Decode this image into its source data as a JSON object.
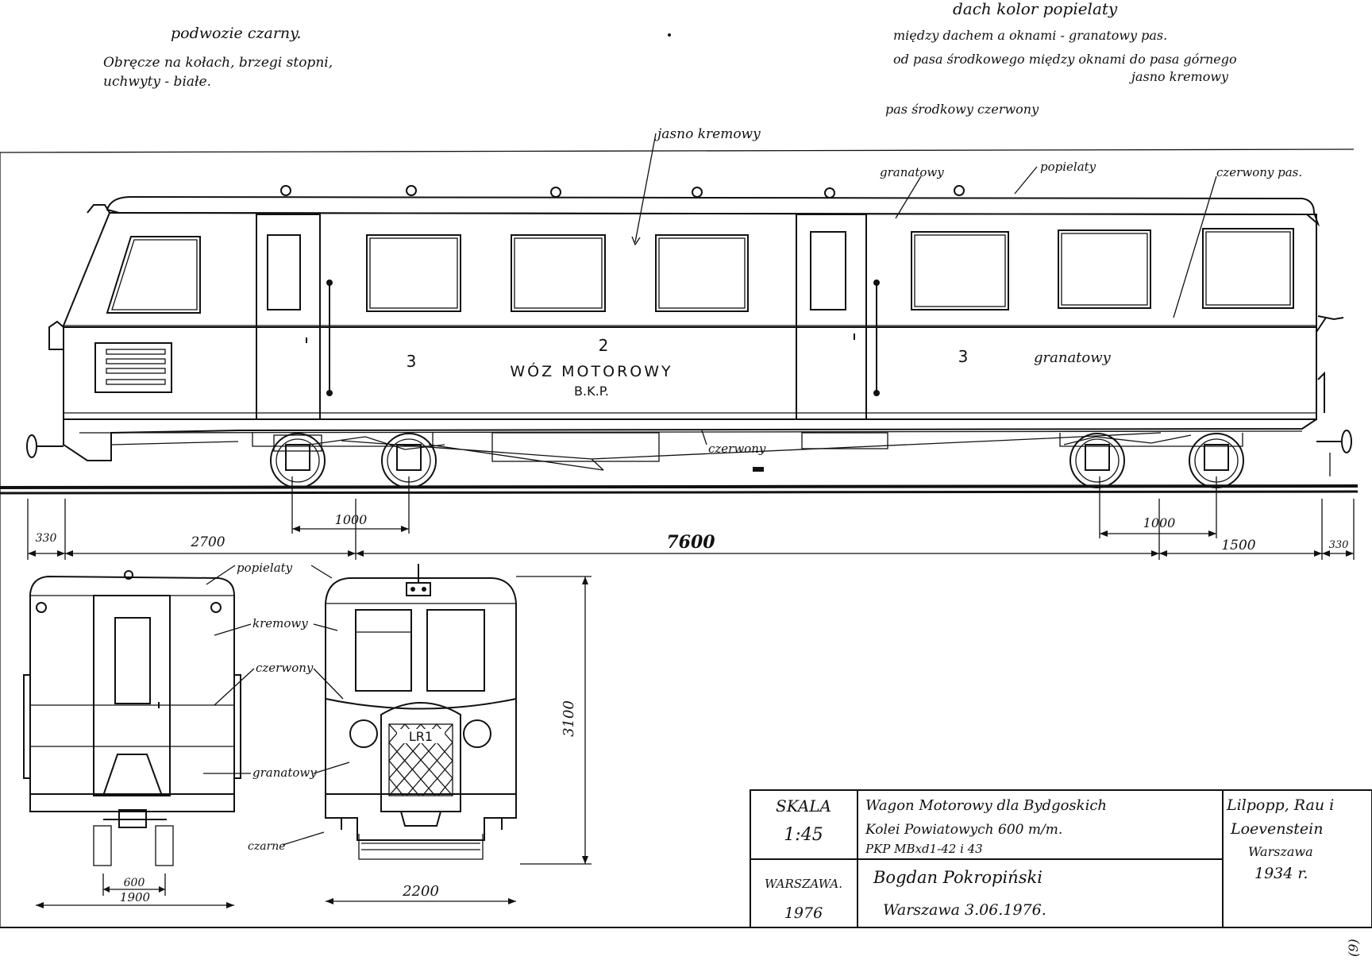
{
  "notes_left": [
    "podwozie czarny.",
    "Obręcze na kołach, brzegi stopni,",
    "uchwyty - białe."
  ],
  "notes_right": [
    "dach kolor popielaty",
    "między dachem a oknami - granatowy pas.",
    "od pasa środkowego między oknami do pasa górnego",
    "jasno kremowy",
    "pas środkowy czerwony"
  ],
  "side_labels": {
    "jasno_kremowy": "jasno kremowy",
    "granatowy_top": "granatowy",
    "popielaty_top": "popielaty",
    "czerwony_pas": "czerwony pas.",
    "granatowy_body": "granatowy",
    "czerwony_under": "czerwony"
  },
  "body_text": {
    "class_left": "3",
    "class_center": "2",
    "class_right": "3",
    "title": "WÓZ MOTOROWY",
    "owner": "B.K.P."
  },
  "dimensions": {
    "d330_left": "330",
    "d2700": "2700",
    "d7600": "7600",
    "d1000_left": "1000",
    "d1000_right": "1000",
    "d1500": "1500",
    "d330_right": "330",
    "d600": "600",
    "d1900": "1900",
    "d2200": "2200",
    "d3100": "3100"
  },
  "end_labels": {
    "popielaty": "popielaty",
    "kremowy": "kremowy",
    "czerwony": "czerwony",
    "granatowy": "granatowy",
    "czarne": "czarne",
    "plate": "LR1"
  },
  "title_block": {
    "scale_label": "SKALA",
    "scale_value": "1:45",
    "desc_line1": "Wagon Motorowy dla Bydgoskich",
    "desc_line2": "Kolei Powiatowych 600 m/m.",
    "desc_line3": "PKP MBxd1-42 i 43",
    "author": "Bogdan Pokropiński",
    "place_date": "Warszawa 3.06.1976.",
    "city_label": "WARSZAWA.",
    "year": "1976",
    "maker1": "Lilpopp, Rau i",
    "maker2": "Loevenstein",
    "maker3": "Warszawa",
    "maker_year": "1934 r."
  },
  "corner_mark": "(9)"
}
